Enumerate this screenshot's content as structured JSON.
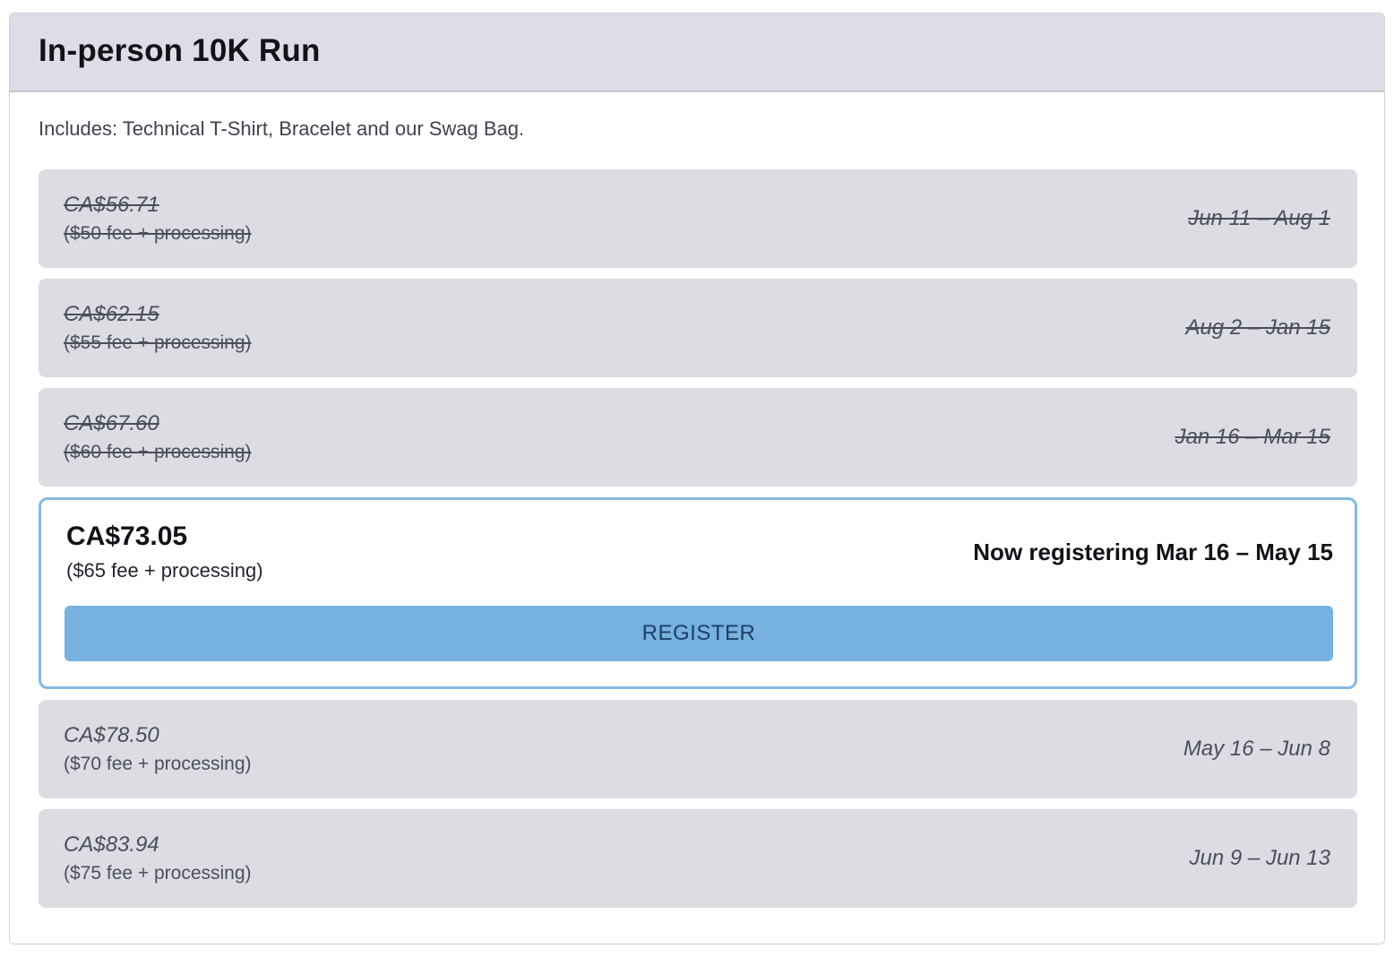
{
  "header": {
    "title": "In-person 10K Run"
  },
  "description": "Includes: Technical T-Shirt, Bracelet and our Swag Bag.",
  "colors": {
    "header_bg": "#dedde5",
    "row_bg": "#dcdce3",
    "active_border": "#85b9e3",
    "button_bg": "#76b1e0",
    "button_text": "#1f3f63"
  },
  "tiers": [
    {
      "price": "CA$56.71",
      "fee": "($50 fee + processing)",
      "dates": "Jun 11 – Aug 1",
      "status": "past"
    },
    {
      "price": "CA$62.15",
      "fee": "($55 fee + processing)",
      "dates": "Aug 2 – Jan 15",
      "status": "past"
    },
    {
      "price": "CA$67.60",
      "fee": "($60 fee + processing)",
      "dates": "Jan 16 – Mar 15",
      "status": "past"
    },
    {
      "price": "CA$73.05",
      "fee": "($65 fee + processing)",
      "dates": "Now registering Mar 16 – May 15",
      "status": "active",
      "button_label": "REGISTER"
    },
    {
      "price": "CA$78.50",
      "fee": "($70 fee + processing)",
      "dates": "May 16 – Jun 8",
      "status": "future"
    },
    {
      "price": "CA$83.94",
      "fee": "($75 fee + processing)",
      "dates": "Jun 9 – Jun 13",
      "status": "future"
    }
  ]
}
